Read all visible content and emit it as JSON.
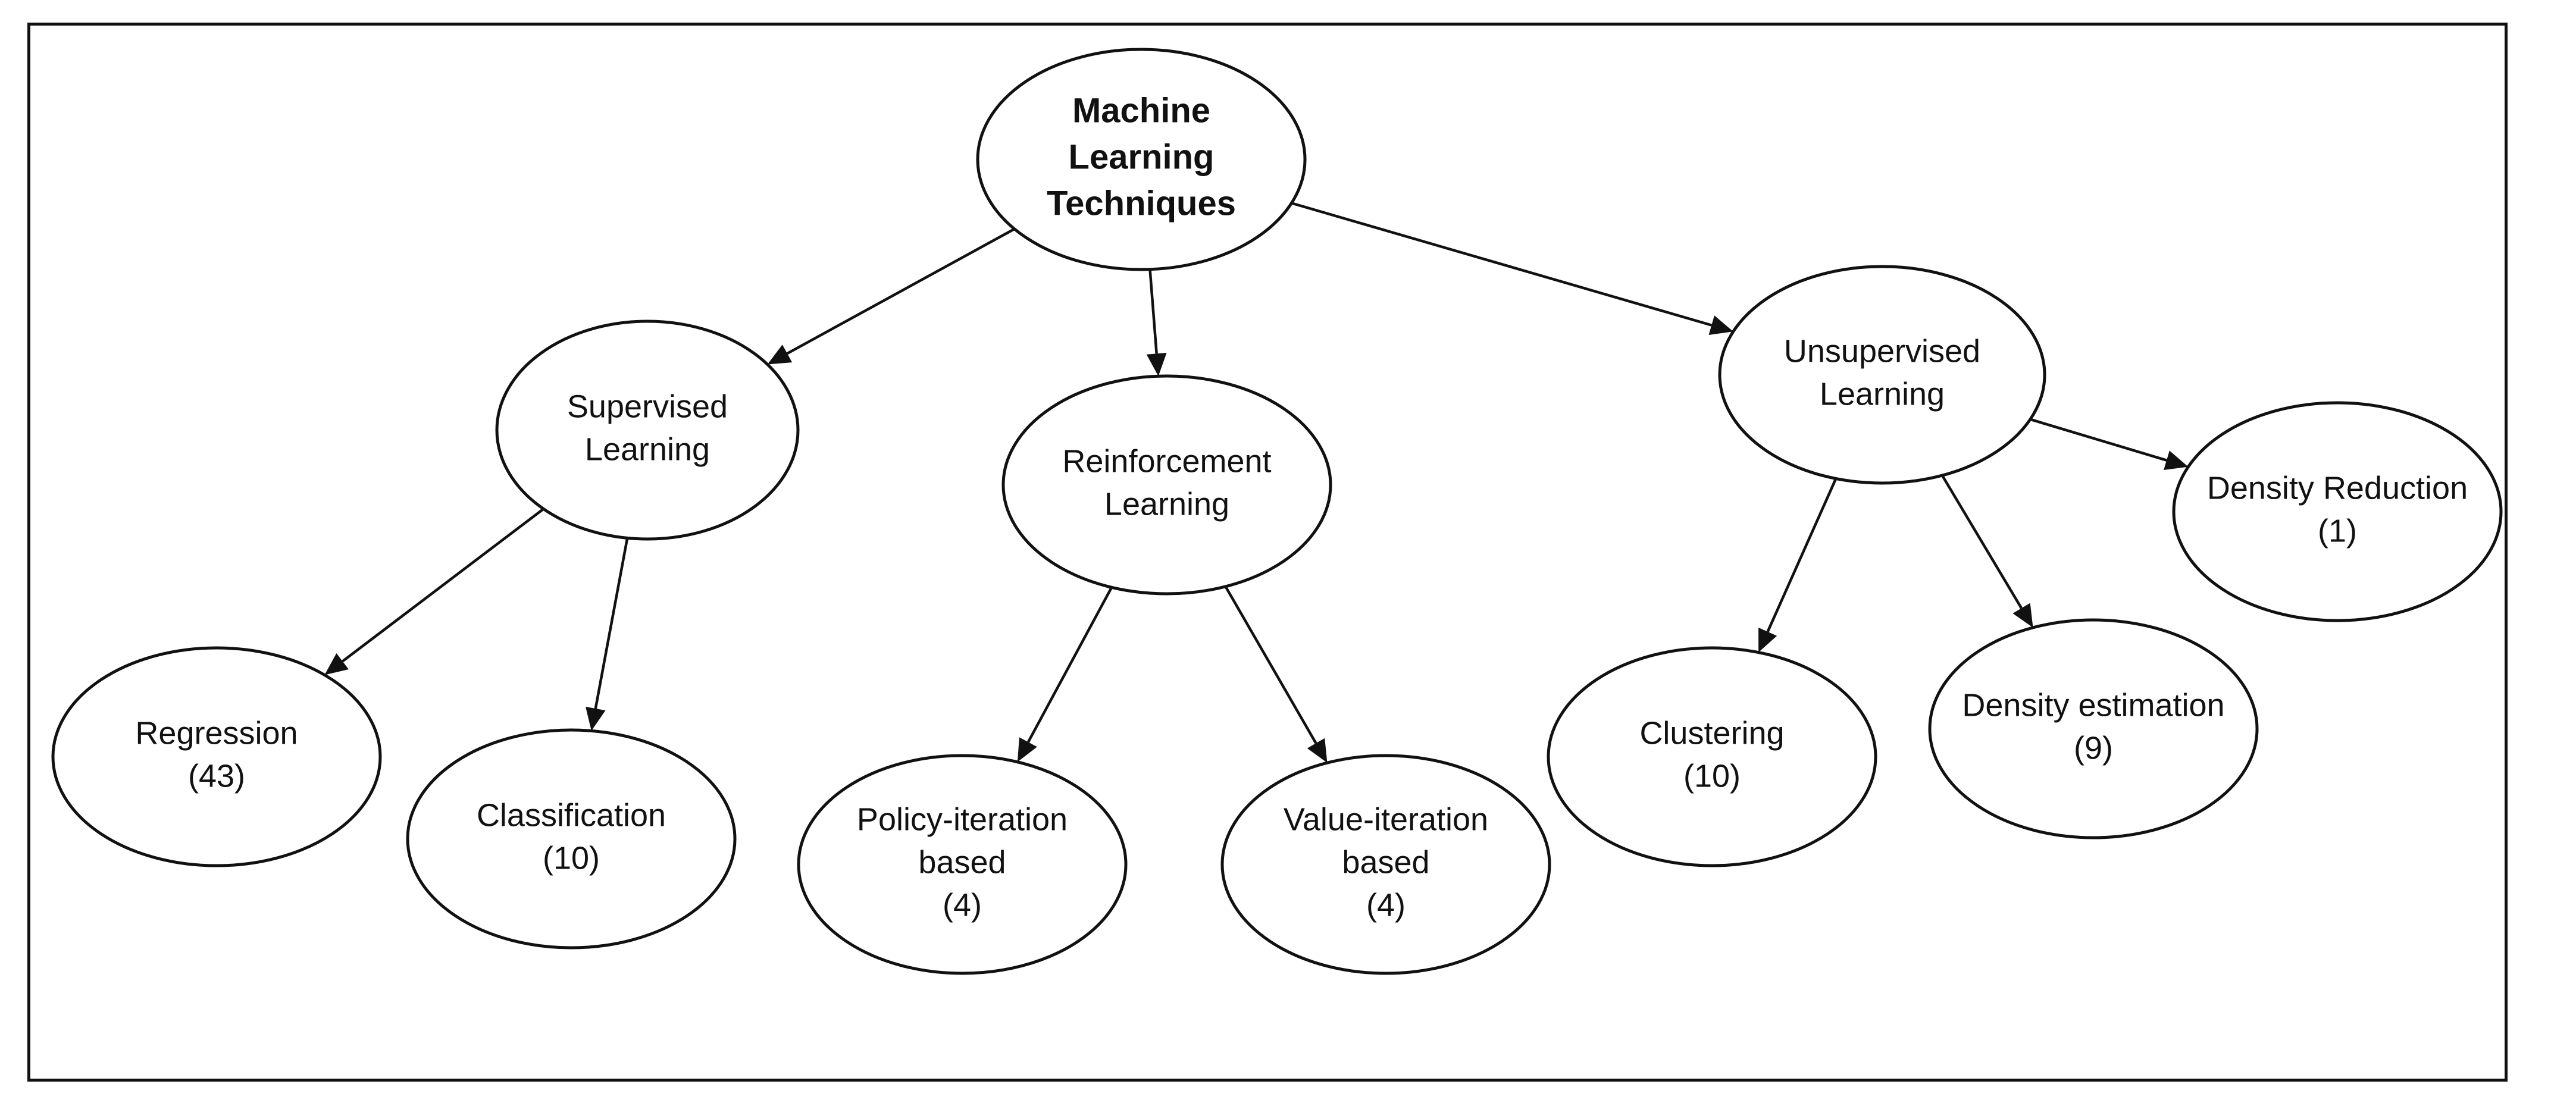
{
  "nodes": [
    {
      "id": "root",
      "lines": [
        "Machine",
        "Learning",
        "Techniques"
      ],
      "bold": true
    },
    {
      "id": "supervised",
      "lines": [
        "Supervised",
        "Learning"
      ],
      "bold": false
    },
    {
      "id": "reinforcement",
      "lines": [
        "Reinforcement",
        "Learning"
      ],
      "bold": false
    },
    {
      "id": "unsupervised",
      "lines": [
        "Unsupervised",
        "Learning"
      ],
      "bold": false
    },
    {
      "id": "regression",
      "lines": [
        "Regression",
        "(43)"
      ],
      "bold": false
    },
    {
      "id": "classification",
      "lines": [
        "Classification",
        "(10)"
      ],
      "bold": false
    },
    {
      "id": "policy",
      "lines": [
        "Policy-iteration",
        "based",
        "(4)"
      ],
      "bold": false
    },
    {
      "id": "value",
      "lines": [
        "Value-iteration",
        "based",
        "(4)"
      ],
      "bold": false
    },
    {
      "id": "clustering",
      "lines": [
        "Clustering",
        "(10)"
      ],
      "bold": false
    },
    {
      "id": "density-estimation",
      "lines": [
        "Density estimation",
        "(9)"
      ],
      "bold": false
    },
    {
      "id": "density-reduction",
      "lines": [
        "Density Reduction",
        "(1)"
      ],
      "bold": false
    }
  ],
  "edges": [
    {
      "from": "root",
      "to": "supervised"
    },
    {
      "from": "root",
      "to": "reinforcement"
    },
    {
      "from": "root",
      "to": "unsupervised"
    },
    {
      "from": "supervised",
      "to": "regression"
    },
    {
      "from": "supervised",
      "to": "classification"
    },
    {
      "from": "reinforcement",
      "to": "policy"
    },
    {
      "from": "reinforcement",
      "to": "value"
    },
    {
      "from": "unsupervised",
      "to": "clustering"
    },
    {
      "from": "unsupervised",
      "to": "density-estimation"
    },
    {
      "from": "unsupervised",
      "to": "density-reduction"
    }
  ]
}
